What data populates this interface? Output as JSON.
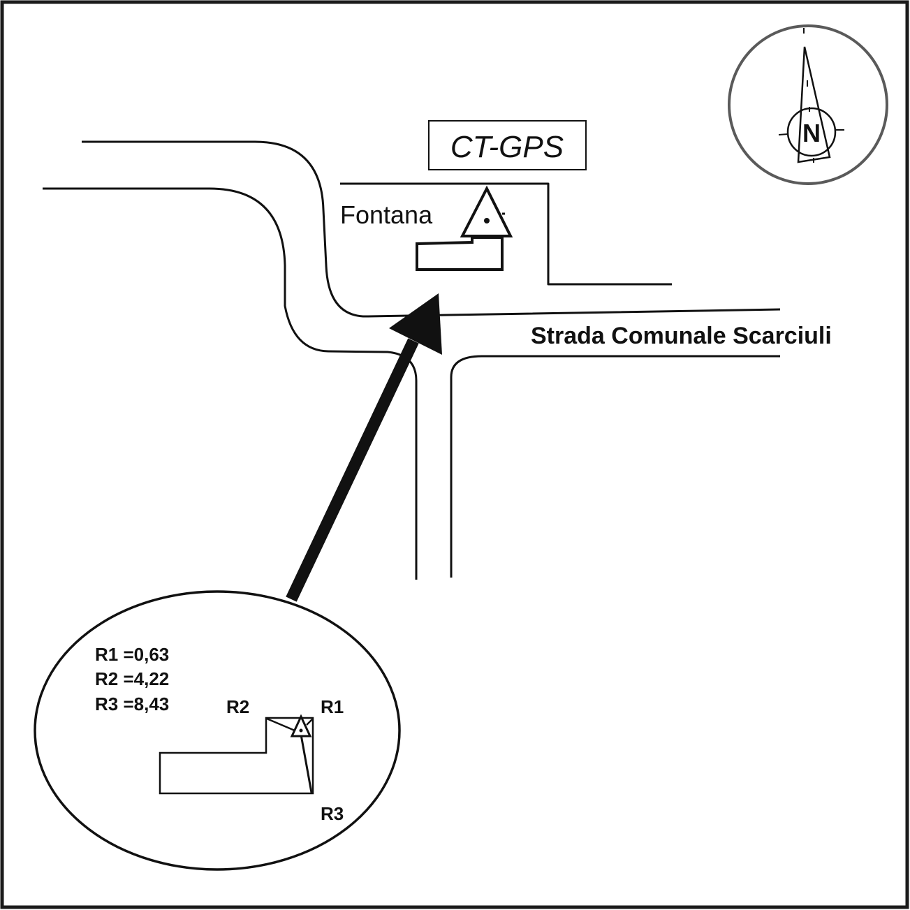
{
  "map": {
    "station_label": "CT-GPS",
    "fountain_label": "Fontana",
    "street_label": "Strada Comunale Scarciuli",
    "north_label": "N",
    "colors": {
      "ink": "#111111",
      "compass_ring": "#5a5a5a",
      "background": "#ffffff"
    },
    "icons": {
      "compass": "north-arrow-compass",
      "station": "triangle-survey-point",
      "pointer": "bold-arrow"
    }
  },
  "inset": {
    "distances": [
      {
        "label": "R1 =0,63",
        "name": "R1",
        "value": "0,63"
      },
      {
        "label": "R2 =4,22",
        "name": "R2",
        "value": "4,22"
      },
      {
        "label": "R3 =8,43",
        "name": "R3",
        "value": "8,43"
      }
    ],
    "ref_labels": {
      "r1": "R1",
      "r2": "R2",
      "r3": "R3"
    }
  }
}
